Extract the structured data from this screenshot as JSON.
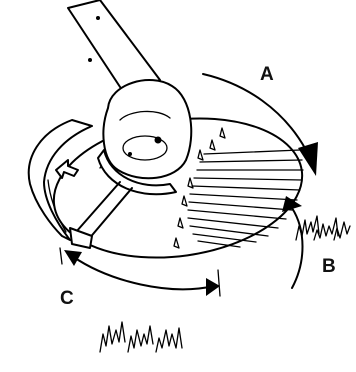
{
  "labels": {
    "a": "A",
    "b": "B",
    "c": "C"
  },
  "colors": {
    "ink": "#000000",
    "background": "#ffffff"
  },
  "parts": [
    "shaft",
    "motor-housing",
    "guard",
    "cutting-line-disc",
    "grass"
  ]
}
